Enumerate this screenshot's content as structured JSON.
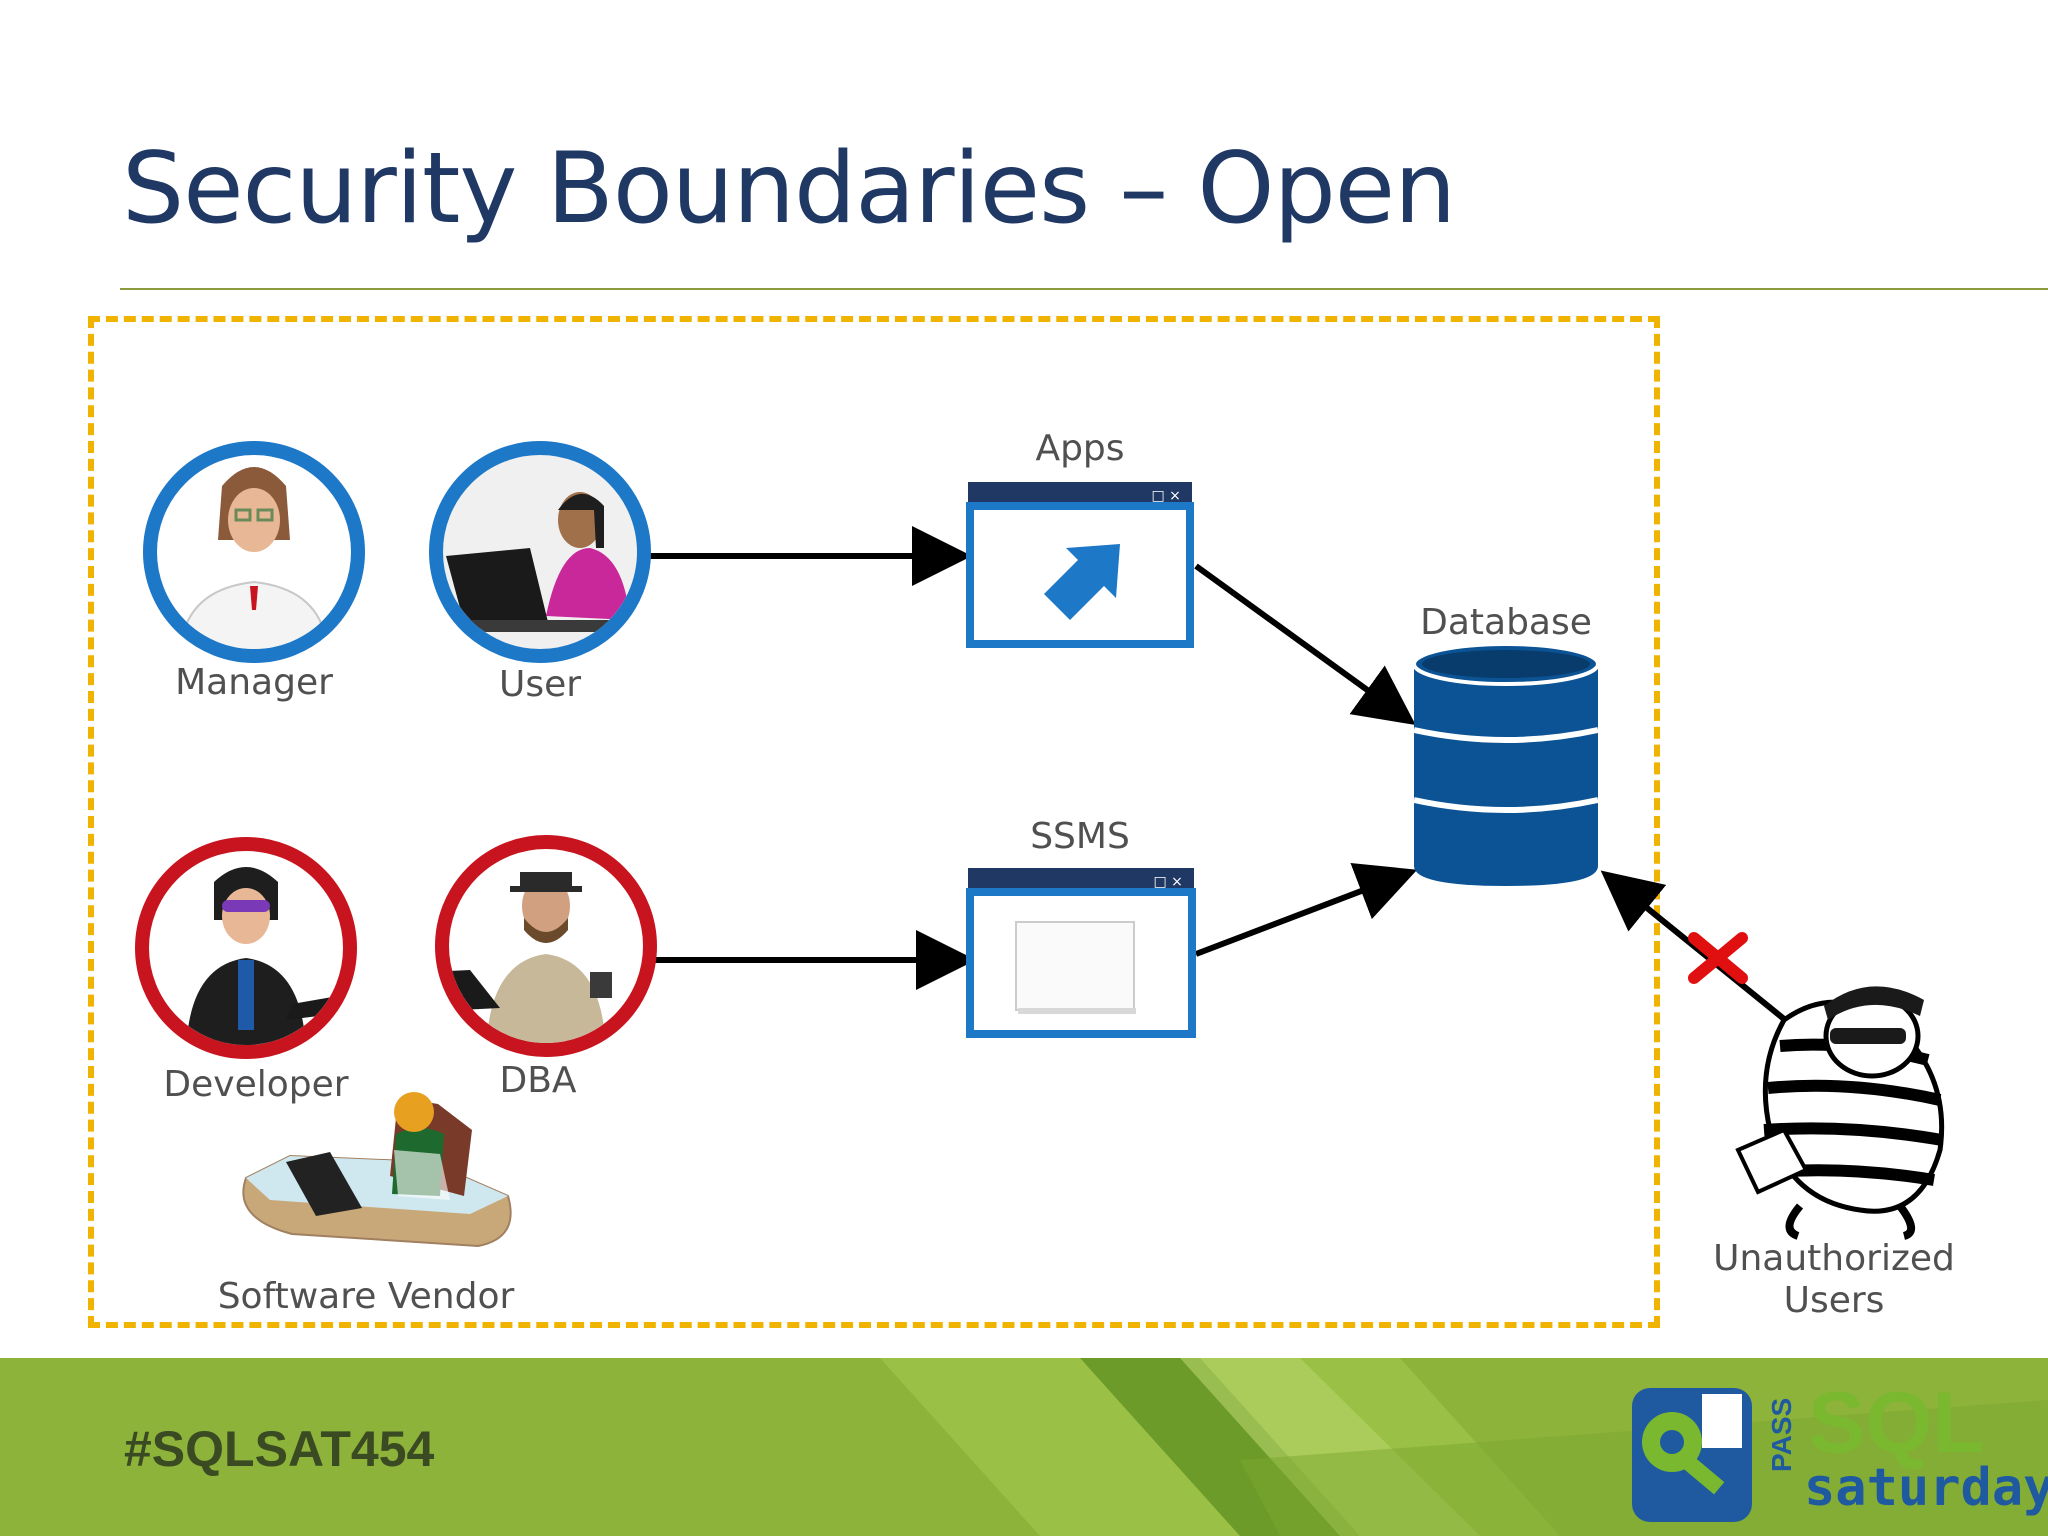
{
  "slide": {
    "title": "Security Boundaries – Open",
    "hashtag": "#SQLSAT454"
  },
  "nodes": {
    "manager": "Manager",
    "user": "User",
    "developer": "Developer",
    "dba": "DBA",
    "software_vendor": "Software Vendor",
    "apps": "Apps",
    "ssms": "SSMS",
    "database": "Database",
    "unauthorized_line1": "Unauthorized",
    "unauthorized_line2": "Users"
  },
  "logo": {
    "pass": "PASS",
    "sql": "SQL",
    "saturday": "saturday"
  },
  "colors": {
    "title": "#1f3864",
    "boundary": "#f0b400",
    "authorized_ring": "#1e78c8",
    "restricted_ring": "#c8141e",
    "database": "#0b5394",
    "footer_green": "#8db33a",
    "blocked": "#e01010"
  },
  "icons": [
    "manager-icon",
    "user-icon",
    "developer-icon",
    "dba-icon",
    "software-vendor-icon",
    "apps-window-icon",
    "ssms-window-icon",
    "database-icon",
    "burglar-icon",
    "blocked-x-icon",
    "sqlsaturday-logo"
  ]
}
